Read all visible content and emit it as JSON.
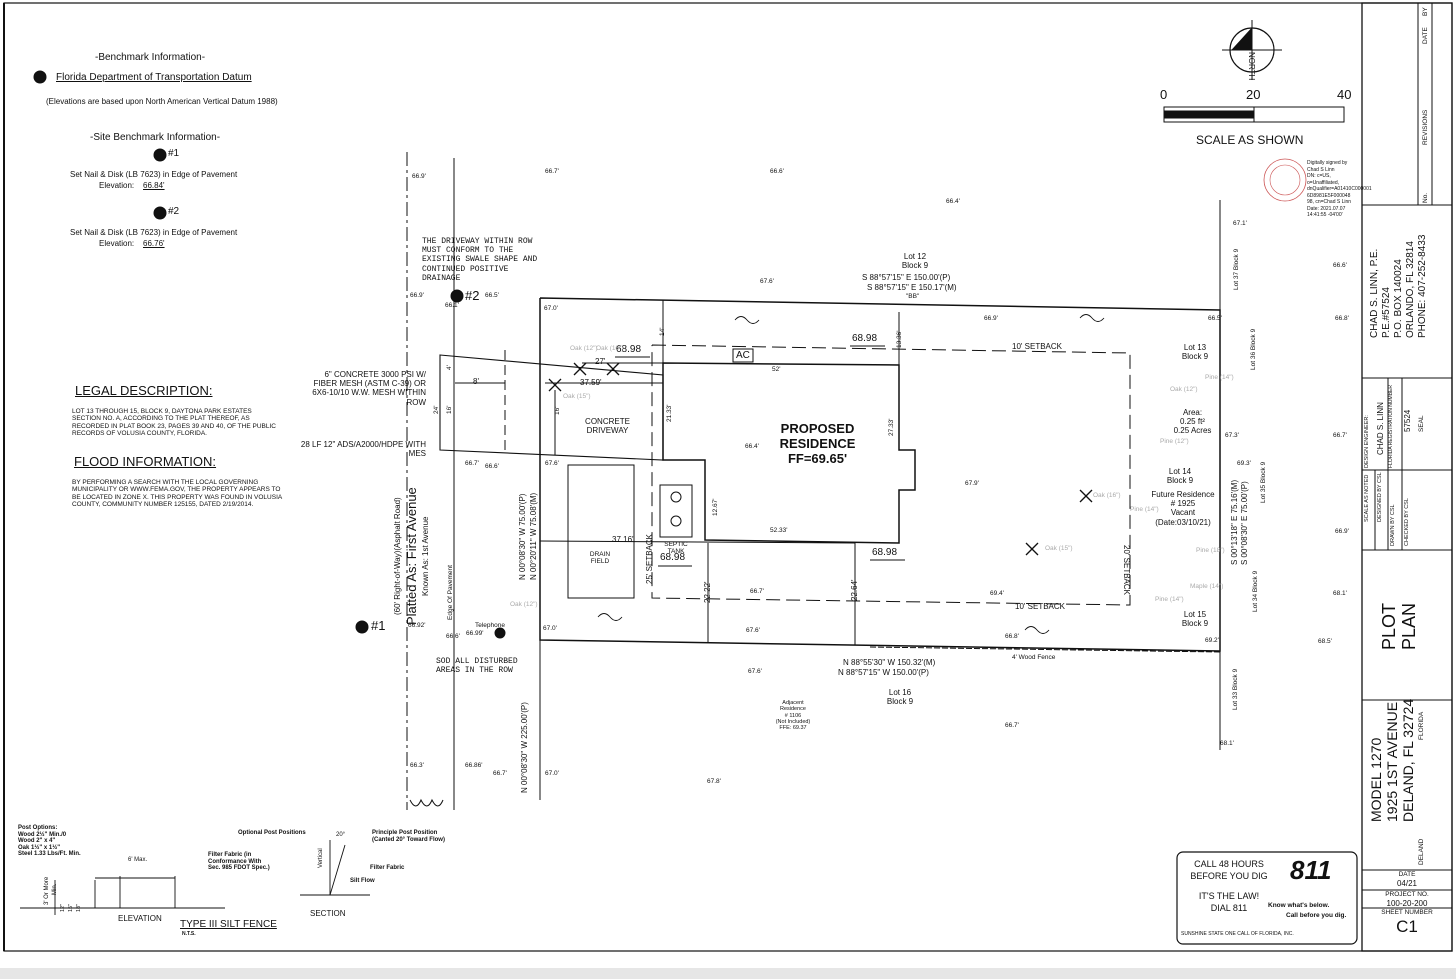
{
  "benchmark": {
    "title": "-Benchmark Information-",
    "datum": "Florida Department of Transportation Datum",
    "note": "(Elevations are based upon North American Vertical Datum 1988)",
    "site_title": "-Site Benchmark Information-",
    "bm1_label": "#1",
    "bm1_desc": "Set Nail & Disk (LB 7623) in Edge of Pavement",
    "bm1_elev_label": "Elevation:",
    "bm1_elev": "66.84'",
    "bm2_label": "#2",
    "bm2_desc": "Set Nail & Disk (LB 7623) in Edge of Pavement",
    "bm2_elev_label": "Elevation:",
    "bm2_elev": "66.76'"
  },
  "legal": {
    "title": "LEGAL DESCRIPTION:",
    "text": "LOT 13 THROUGH 15, BLOCK 9, DAYTONA PARK ESTATES SECTION NO. A, ACCORDING TO THE PLAT THEREOF, AS RECORDED IN PLAT BOOK 23, PAGES 39 AND 40, OF THE PUBLIC RECORDS OF VOLUSIA COUNTY, FLORIDA."
  },
  "flood": {
    "title": "FLOOD INFORMATION:",
    "text": "BY PERFORMING A SEARCH WITH THE LOCAL GOVERNING MUNICIPALITY OR WWW.FEMA.GOV, THE PROPERTY APPEARS TO BE LOCATED IN ZONE X. THIS PROPERTY WAS FOUND IN VOLUSIA COUNTY, COMMUNITY NUMBER 125155, DATED 2/19/2014."
  },
  "scale": {
    "north": "NORTH",
    "t0": "0",
    "t20": "20",
    "t40": "40",
    "label": "SCALE AS SHOWN"
  },
  "signature": {
    "line1": "Digitally signed by",
    "line2": "Chad S Linn",
    "line3": "DN: c=US,",
    "line4": "o=Unaffiliated,",
    "line5": "dnQualifier=A01410C000001",
    "line6": "6D8981E5F000048",
    "line7": "98, cn=Chad S Linn",
    "line8": "Date: 2021.07.07",
    "line9": "14:41:55 -04'00'"
  },
  "notes": {
    "driveway_row": "THE DRIVEWAY WITHIN ROW MUST CONFORM TO THE EXISTING SWALE SHAPE AND CONTINUED POSITIVE DRAINAGE",
    "concrete": "6\" CONCRETE 3000 PSI W/ FIBER MESH (ASTM C-39) OR 6X6-10/10 W.W. MESH WITHIN ROW",
    "pipe": "28 LF 12\" ADS/A2000/HDPE WITH MES",
    "sod": "SOD ALL DISTURBED AREAS IN THE ROW"
  },
  "road": {
    "row": "(60' Right-of-Way)(Asphalt Road)",
    "platted": "Platted As: First Avenue",
    "known": "Known As: 1st Avenue",
    "edge": "Edge Of Pavement",
    "telephone": "Telephone"
  },
  "site": {
    "residence1": "PROPOSED",
    "residence2": "RESIDENCE",
    "ff": "FF=69.65'",
    "driveway1": "CONCRETE",
    "driveway2": "DRIVEWAY",
    "drain1": "DRAIN",
    "drain2": "FIELD",
    "septic1": "SEPTIC",
    "septic2": "TANK",
    "ac": "AC",
    "setback_top": "10' SETBACK",
    "setback_bottom": "10' SETBACK",
    "setback_right": "20' SETBACK",
    "setback_left": "25' SETBACK",
    "wood_fence": "4' Wood Fence",
    "d_27": "27'",
    "d_37_59": "37.59'",
    "d_8": "8'",
    "d_4": "4'",
    "d_16a": "16'",
    "d_24": "24'",
    "d_16b": "16'",
    "d_14": "14'",
    "d_13_36": "13.36'",
    "d_52": "52'",
    "d_21_33": "21.33'",
    "d_27_33": "27.33'",
    "d_12_67": "12.67'",
    "d_37_16": "37.16'",
    "d_52_33": "52.33'",
    "d_22_22": "22.22'",
    "d_22_64": "22.64'",
    "e_1": "68.98",
    "e_2": "68.98",
    "e_3": "68.98",
    "e_4": "68.98"
  },
  "lots": {
    "lot12_1": "Lot 12",
    "lot12_2": "Block 9",
    "top_bearing_p": "S 88°57'15\" E  150.00'(P)",
    "top_bearing_m": "S 88°57'15\" E  150.17'(M)",
    "bb": "\"BB\"",
    "lot13_1": "Lot 13",
    "lot13_2": "Block 9",
    "area1": "Area:",
    "area2": "0.25 ft²",
    "area3": "0.25 Acres",
    "lot14_1": "Lot 14",
    "lot14_2": "Block 9",
    "future1": "Future Residence",
    "future2": "# 1925",
    "future3": "Vacant",
    "future4": "(Date:03/10/21)",
    "lot15_1": "Lot 15",
    "lot15_2": "Block 9",
    "lot16_1": "Lot 16",
    "lot16_2": "Block 9",
    "bottom_bearing_m": "N 88°55'30\" W  150.32'(M)",
    "bottom_bearing_p": "N 88°57'15\" W  150.00'(P)",
    "adjacent1": "Adjacent",
    "adjacent2": "Residence",
    "adjacent3": "# 1106",
    "adjacent4": "(Not Included)",
    "adjacent5": "FFE: 69.37",
    "left_bearing_1": "N 00°08'30\" W  75.00'(P)",
    "left_bearing_2": "N 00°20'11\" W  75.08'(M)",
    "left_bearing_3": "N 00°08'30\" W  225.00'(P)",
    "right_bearing_1": "S 00°13'18\" E  75.16'(M)",
    "right_bearing_2": "S 00°08'30\" E  75.00'(P)",
    "lot37_1": "Lot 37",
    "lot37_2": "Block 9",
    "lot36_1": "Lot 36",
    "lot36_2": "Block 9",
    "lot35_1": "Lot 35",
    "lot35_2": "Block 9",
    "lot34_1": "Lot 34",
    "lot34_2": "Block 9",
    "lot33_1": "Lot 33",
    "lot33_2": "Block 9"
  },
  "trees": {
    "t1": "Oak (12\")",
    "t2": "Oak (10\")",
    "t3": "Oak (15\")",
    "t4": "Oak (12\")",
    "t5": "Pine (12\")",
    "t6": "Pine (14\")",
    "t7": "Oak (16\")",
    "t8": "Pine (14\")",
    "t9": "Oak (15\")",
    "t10": "Pine (18\")",
    "t11": "Maple (14\")",
    "t12": "Pine (14\")",
    "t13": "Oak (12\")"
  },
  "elevations": {
    "e1": "66.9'",
    "e2": "66.7'",
    "e3": "66.6'",
    "e4": "66.4'",
    "e5": "67.6'",
    "e6": "66.9'",
    "e7": "66.5'",
    "e8": "66.1'",
    "e9": "67.0'",
    "e10": "66.9'",
    "e11": "66.5'",
    "e12": "66.8'",
    "e13": "67.1'",
    "e14": "66.6'",
    "e15": "67.3'",
    "e16": "66.7'",
    "e17": "66.4'",
    "e18": "66.7'",
    "e19": "67.6'",
    "e20": "67.9'",
    "e21": "66.6'",
    "e22": "69.3'",
    "e23": "66.9'",
    "e24": "68.1'",
    "e25": "66.7'",
    "e26": "69.4'",
    "e27": "69.2'",
    "e28": "68.5'",
    "e29": "67.6'",
    "e30": "66.92'",
    "e31": "66.6'",
    "e32": "66.99'",
    "e33": "66.8'",
    "e34": "67.0'",
    "e35": "66.7'",
    "e36": "67.6'",
    "e37": "68.1'",
    "e38": "67.8'",
    "e39": "66.3'",
    "e40": "67.0'",
    "e41": "66.86'",
    "e42": "66.7'"
  },
  "silt": {
    "post_options_1": "Post Options:",
    "post_options_2": "Wood 2½\" Min./0",
    "post_options_3": "Wood 2\" x 4\"",
    "post_options_4": "Oak 1½\" x 1½\"",
    "post_options_5": "Steel 1.33 Lbs/Ft. Min.",
    "optional": "Optional Post Positions",
    "principle1": "Principle Post Position",
    "principle2": "(Canted 20° Toward Flow)",
    "max": "6' Max.",
    "filter1": "Filter Fabric (in",
    "filter2": "Conformance With",
    "filter3": "Sec. 985 FDOT Spec.)",
    "filter_b": "Filter Fabric",
    "silt_flow": "Silt Flow",
    "vertical": "Vertical",
    "deg": "20°",
    "or_more": "3' Or More",
    "min": "Min.",
    "d1": "12\"",
    "d2": "15\"",
    "d3": "18\"",
    "elevation": "ELEVATION",
    "section": "SECTION",
    "title": "TYPE III  SILT FENCE",
    "nts": "N.T.S."
  },
  "call811": {
    "l1": "CALL 48 HOURS",
    "l2": "BEFORE YOU DIG",
    "l3": "IT'S THE LAW!",
    "l4": "DIAL 811",
    "logo": "811",
    "know": "Know what's below.",
    "call": "Call before you dig.",
    "footer": "SUNSHINE STATE ONE CALL OF FLORIDA, INC."
  },
  "titleblock": {
    "date_by": "DATE",
    "by": "BY",
    "revisions": "REVISIONS",
    "no": "No.",
    "eng1": "CHAD S. LINN, P.E.",
    "eng2": "P.E.#57524",
    "eng3": "P.O. BOX 140024",
    "eng4": "ORLANDO, FL 32814",
    "eng5": "PHONE: 407-252-8433",
    "design_engineer": "DESIGN ENGINEER:",
    "design_name": "CHAD S. LINN",
    "florida_reg": "FLORIDA REGISTRATION NUMBER",
    "reg_no": "57524",
    "seal": "SEAL",
    "scale_k": "SCALE",
    "scale_v": "AS NOTED",
    "designed_k": "DESIGNED BY",
    "designed_v": "CSL",
    "drawn_k": "DRAWN BY",
    "drawn_v": "CSL",
    "checked_k": "CHECKED BY",
    "checked_v": "CSL",
    "plot1": "PLOT",
    "plot2": "PLAN",
    "proj1": "MODEL 1270",
    "proj2": "1925 1ST AVENUE",
    "proj3": "DELAND, FL 32724",
    "florida": "FLORIDA",
    "deland": "DELAND",
    "date_k": "DATE",
    "date_v": "04/21",
    "project_k": "PROJECT NO.",
    "project_v": "100-20-200",
    "sheet_k": "SHEET NUMBER",
    "sheet_v": "C1"
  }
}
